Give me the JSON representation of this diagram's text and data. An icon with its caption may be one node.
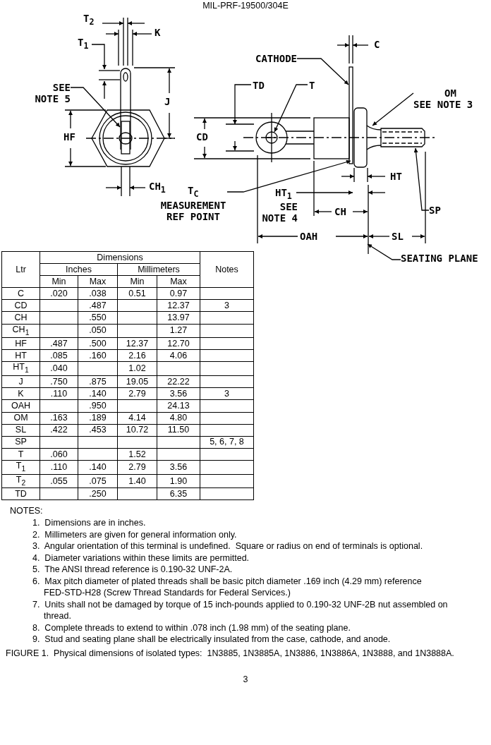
{
  "diagram": {
    "caption": "FIGURE 1.  Physical dimensions of isolated types:  1N3885, 1N3885A, 1N3886, 1N3886A, 1N3888, and 1N3888A.",
    "nodes": [
      {
        "text": [
          "SEE NOTE 5"
        ]
      },
      {
        "text": [
          "CATHODE"
        ]
      },
      {
        "text": [
          "OM",
          "SEE NOTE 3"
        ]
      },
      {
        "text": [
          "SP"
        ]
      },
      {
        "text": [
          "T$_{C}$",
          "MEASUREMENT REF POINT"
        ]
      },
      {
        "text": [
          "SEATING PLANE"
        ]
      }
    ],
    "edges": [
      {
        "from": 0,
        "to": null,
        "arrow": "to"
      },
      {
        "from": 1,
        "to": null,
        "arrow": "to"
      },
      {
        "from": 2,
        "to": null,
        "arrow": "to"
      },
      {
        "from": 3,
        "to": null,
        "arrow": "to"
      },
      {
        "from": 4,
        "to": null,
        "arrow": "to"
      },
      {
        "from": 5,
        "to": null,
        "arrow": "to"
      }
    ],
    "labels": [
      "MIL-PRF-19500/304E",
      "T$_{2}$",
      "K",
      "T$_{1}$",
      "J",
      "HF",
      "CH$_{1}$",
      "C",
      "TD",
      "T",
      "CD",
      "HT",
      "HT$_{1}$",
      "SEE NOTE 4",
      "CH",
      "OAH",
      "SL",
      "Ltr",
      "Dimensions",
      "Inches",
      "Millimeters",
      "Notes",
      "Min",
      "Max",
      "Min",
      "Max",
      "C",
      ".020",
      ".038",
      "0.51",
      "0.97",
      "CD",
      ".487",
      "12.37",
      "3",
      "CH",
      ".550",
      "13.97",
      "CH$_{1}$",
      ".050",
      "1.27",
      "HF",
      ".487",
      ".500",
      "12.37",
      "12.70",
      "HT",
      ".085",
      ".160",
      "2.16",
      "4.06",
      "HT$_{1}$",
      ".040",
      "1.02",
      "J",
      ".750",
      ".875",
      "19.05",
      "22.22",
      "K",
      ".110",
      ".140",
      "2.79",
      "3.56",
      "3",
      "OAH",
      ".950",
      "24.13",
      "OM",
      ".163",
      ".189",
      "4.14",
      "4.80",
      "SL",
      ".422",
      ".453",
      "10.72",
      "11.50",
      "SP",
      "5, 6, 7, 8",
      "T",
      ".060",
      "1.52",
      "T$_{1}$",
      ".110",
      ".140",
      "2.79",
      "3.56",
      "T$_{2}$",
      ".055",
      ".075",
      "1.40",
      "1.90",
      "TD",
      ".250",
      "6.35",
      "NOTES:",
      "1.  Dimensions are in inches.",
      "2.  Millimeters are given for general information only.",
      "3.  Angular orientation of this terminal is undefined.  Square or radius on end of terminals is optional.",
      "4.  Diameter variations within these limits are permitted.",
      "5.  The ANSI thread reference is 0.190-32 UNF-2A.",
      "6.  Max pitch diameter of plated threads shall be basic pitch diameter .169 inch (4.29 mm) reference FED-STD-H28 (Screw Thread Standards for Federal Services.)",
      "7.  Units shall not be damaged by torque of 15 inch-pounds applied to 0.190-32 UNF-2B nut assembled on thread.",
      "8.  Complete threads to extend to within .078 inch (1.98 mm) of the seating plane.",
      "9.  Stud and seating plane shall be electrically insulated from the case, cathode, and anode.",
      "3"
    ]
  }
}
